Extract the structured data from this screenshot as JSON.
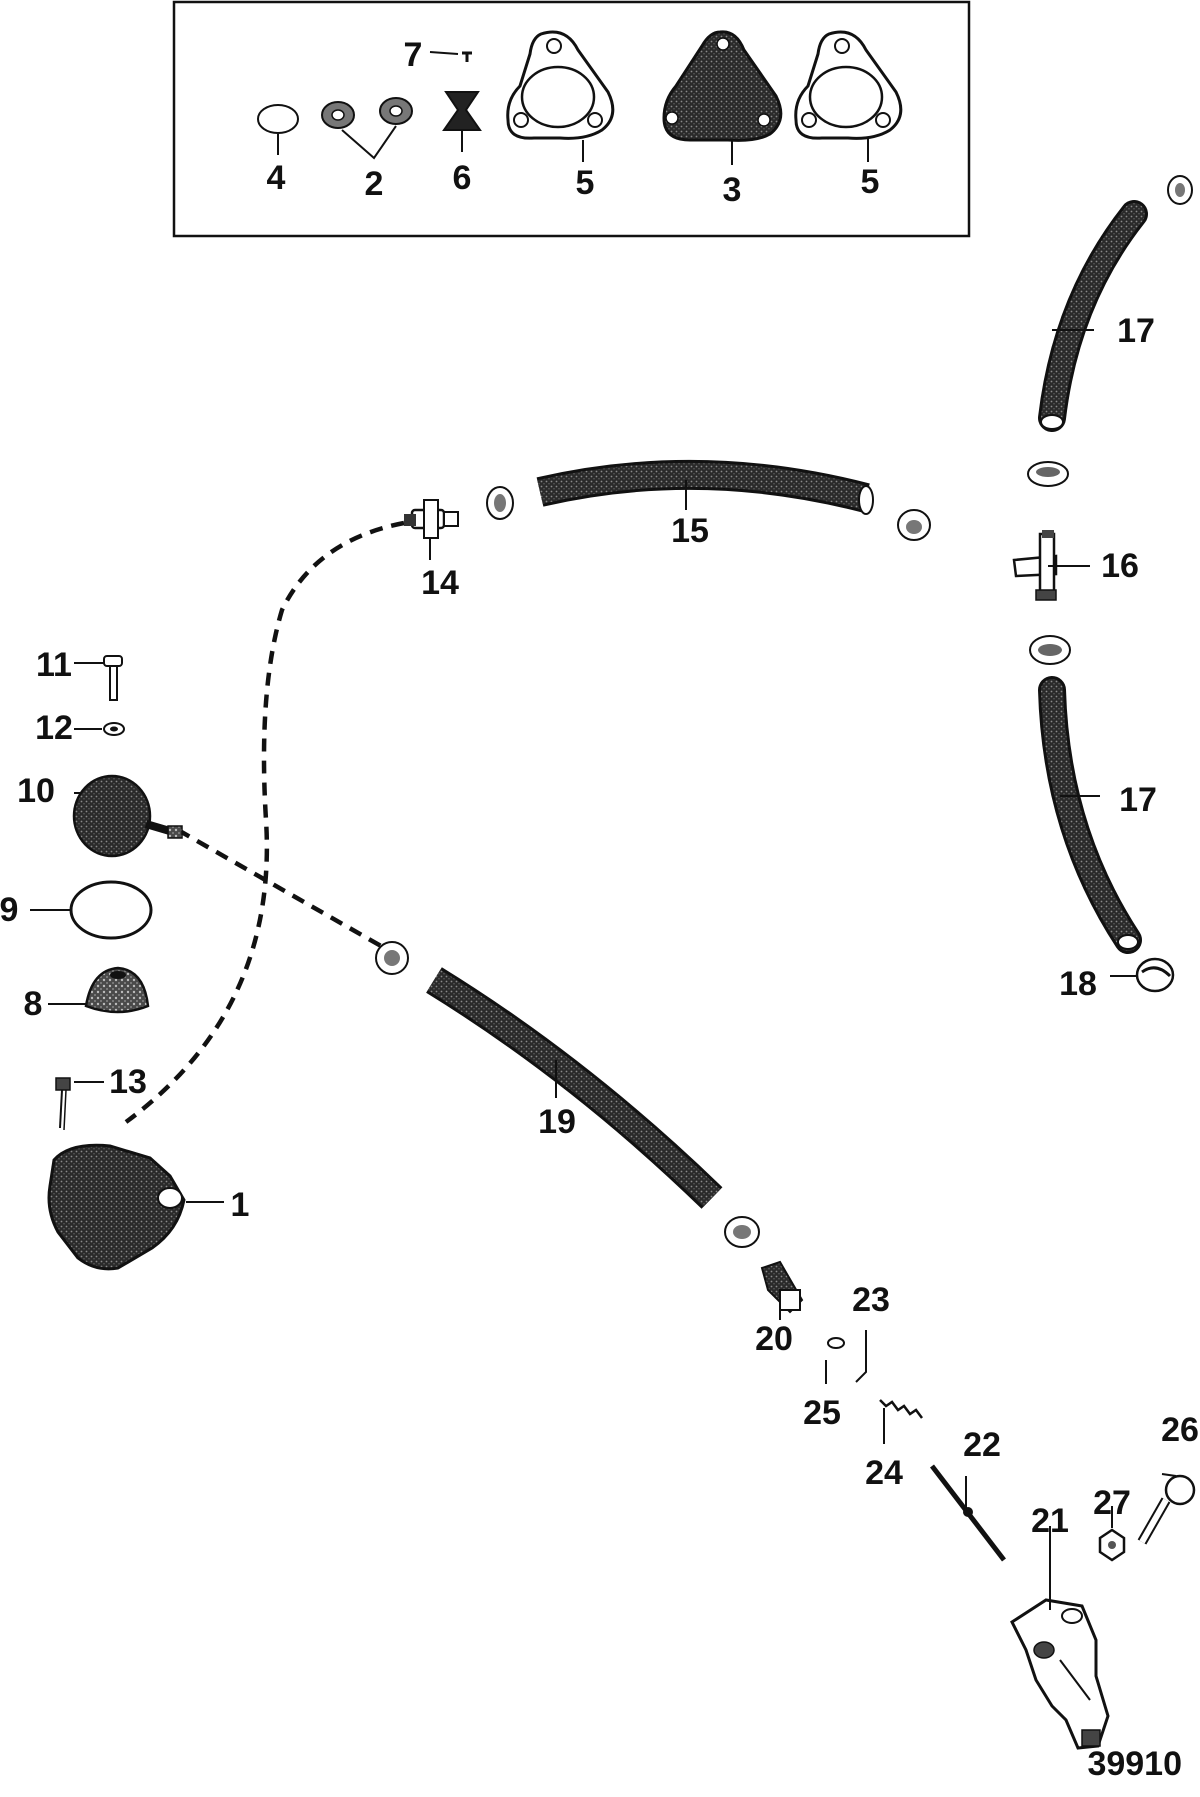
{
  "diagram": {
    "callouts": [
      "1",
      "2",
      "3",
      "4",
      "5",
      "6",
      "7",
      "8",
      "9",
      "10",
      "11",
      "12",
      "13",
      "14",
      "15",
      "16",
      "17",
      "18",
      "19",
      "20",
      "21",
      "22",
      "23",
      "24",
      "25",
      "26",
      "27"
    ],
    "reference_number": "39910"
  }
}
